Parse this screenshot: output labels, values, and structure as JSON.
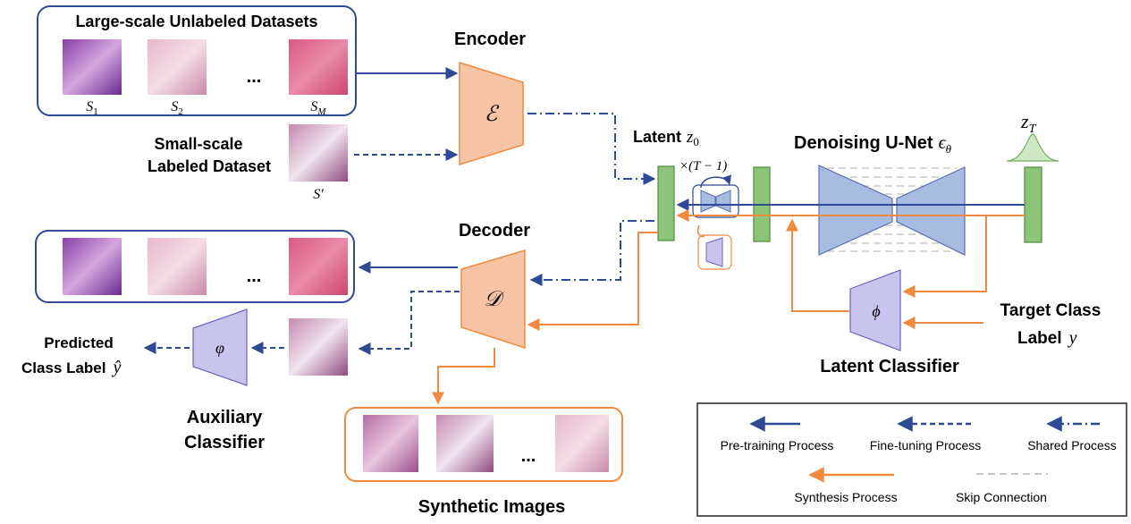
{
  "colors": {
    "pretrain": "#2f4a94",
    "synthesis": "#f08a3e",
    "encoder_fill": "#f6c3a5",
    "encoder_stroke": "#f08a3e",
    "unet_fill": "#a8bbe0",
    "unet_stroke": "#5670aa",
    "latent_fill": "#8cc47a",
    "latent_stroke": "#4f8a42",
    "classifier_fill": "#c9c4ee",
    "classifier_stroke": "#6a63c0",
    "box_stroke": "#2f4a94",
    "synthetic_box_stroke": "#f08a3e",
    "skip": "#c8c8c8"
  },
  "unlabeled": {
    "title": "Large-scale Unlabeled Datasets",
    "ellipsis": "...",
    "labels": [
      {
        "base": "S",
        "sub": "1"
      },
      {
        "base": "S",
        "sub": "2"
      },
      {
        "base": "S",
        "sub": "M"
      }
    ]
  },
  "labeled": {
    "title_line1": "Small-scale",
    "title_line2": "Labeled Dataset",
    "label": "S′"
  },
  "encoder": {
    "title": "Encoder",
    "symbol": "ℰ"
  },
  "decoder": {
    "title": "Decoder",
    "symbol": "𝒟"
  },
  "latent": {
    "label": "Latent",
    "var_base": "z",
    "var_sub": "0"
  },
  "repeat": {
    "text": "×(T − 1)"
  },
  "unet": {
    "title": "Denoising U-Net",
    "var_base": "ϵ",
    "var_sub": "θ"
  },
  "noise": {
    "var_base": "z",
    "var_sub": "T"
  },
  "target": {
    "line1": "Target Class",
    "line2": "Label",
    "var": "y"
  },
  "latent_classifier": {
    "title": "Latent Classifier",
    "symbol": "ϕ"
  },
  "aux_classifier": {
    "title_line1": "Auxiliary",
    "title_line2": "Classifier",
    "symbol": "φ"
  },
  "predicted": {
    "line1": "Predicted",
    "line2": "Class Label",
    "var": "ŷ"
  },
  "reconstructed": {
    "ellipsis": "..."
  },
  "synthetic": {
    "title": "Synthetic Images",
    "ellipsis": "..."
  },
  "legend": {
    "pretraining": "Pre-training Process",
    "finetuning": "Fine-tuning Process",
    "shared": "Shared Process",
    "synthesis": "Synthesis Process",
    "skip": "Skip Connection"
  }
}
